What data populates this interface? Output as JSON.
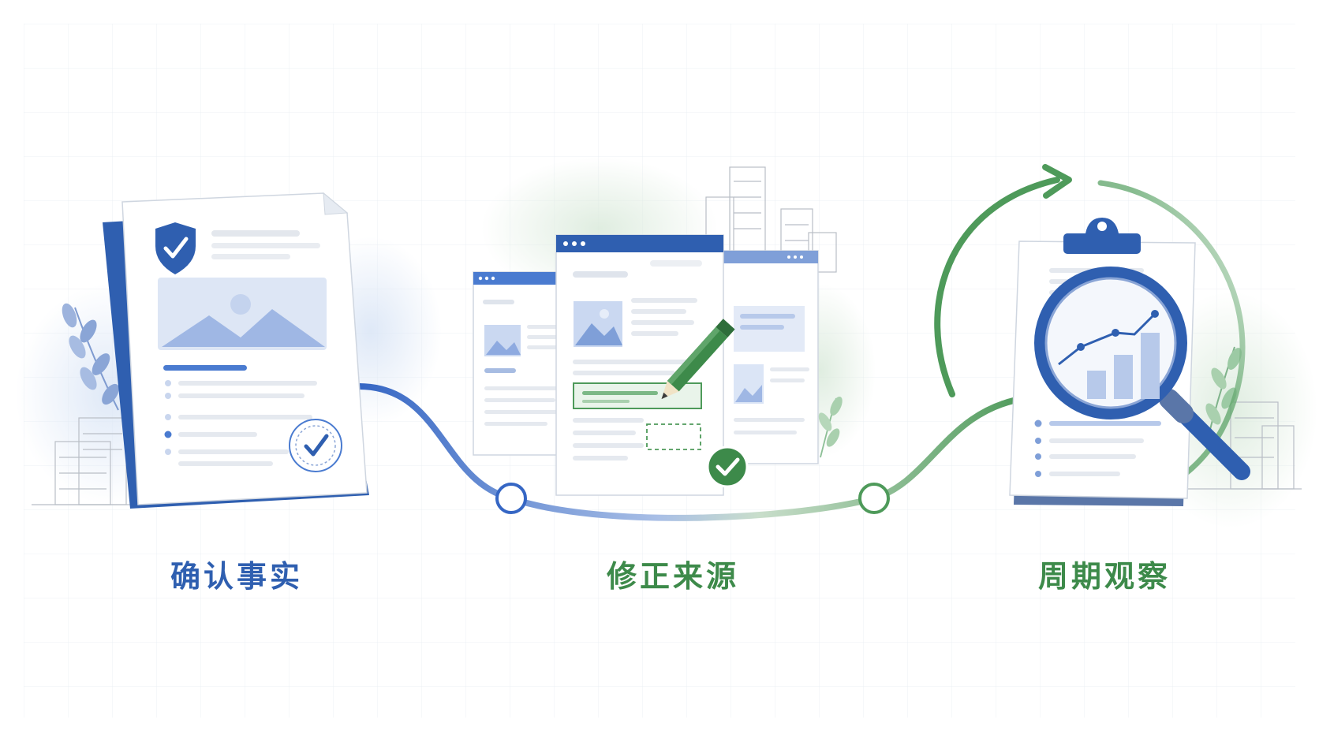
{
  "steps": [
    {
      "label": "确认事实",
      "color": "#2f5fb0",
      "illustration": "document-shield-check-icon"
    },
    {
      "label": "修正来源",
      "color": "#3d8a4a",
      "illustration": "browser-windows-pencil-icon"
    },
    {
      "label": "周期观察",
      "color": "#3d8a4a",
      "illustration": "clipboard-magnifier-chart-icon"
    }
  ],
  "colors": {
    "blue_dark": "#2f5fb0",
    "blue_mid": "#4a7bd0",
    "blue_light": "#b7c9ea",
    "green_dark": "#3d8a4a",
    "green_light": "#a9d0ae"
  }
}
